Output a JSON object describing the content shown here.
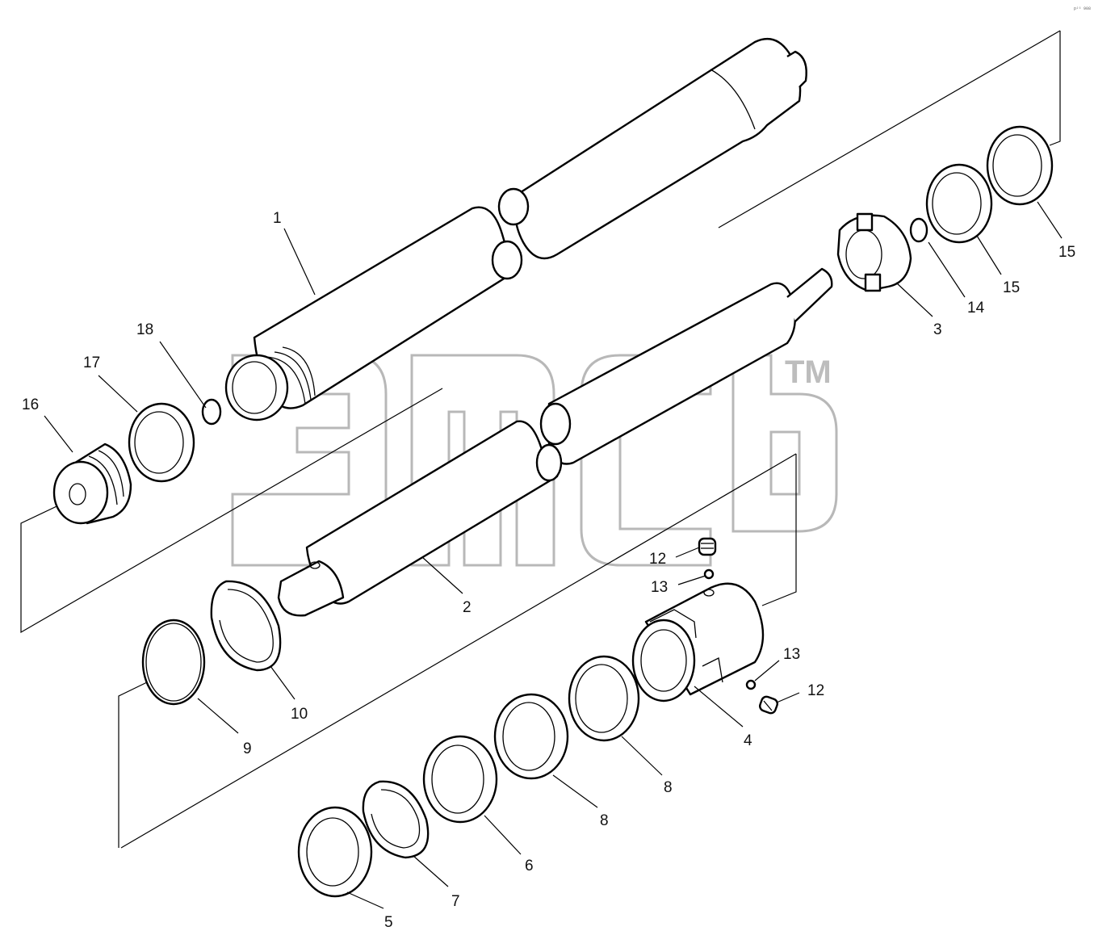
{
  "diagram": {
    "corner_code": "p²³ 908",
    "watermark_mark": "TM"
  },
  "callouts": [
    {
      "id": "c1",
      "text": "1"
    },
    {
      "id": "c2",
      "text": "2"
    },
    {
      "id": "c3",
      "text": "3"
    },
    {
      "id": "c4",
      "text": "4"
    },
    {
      "id": "c5",
      "text": "5"
    },
    {
      "id": "c6",
      "text": "6"
    },
    {
      "id": "c7",
      "text": "7"
    },
    {
      "id": "c8a",
      "text": "8"
    },
    {
      "id": "c8b",
      "text": "8"
    },
    {
      "id": "c9",
      "text": "9"
    },
    {
      "id": "c10",
      "text": "10"
    },
    {
      "id": "c12a",
      "text": "12"
    },
    {
      "id": "c12b",
      "text": "12"
    },
    {
      "id": "c13a",
      "text": "13"
    },
    {
      "id": "c13b",
      "text": "13"
    },
    {
      "id": "c14",
      "text": "14"
    },
    {
      "id": "c15a",
      "text": "15"
    },
    {
      "id": "c15b",
      "text": "15"
    },
    {
      "id": "c16",
      "text": "16"
    },
    {
      "id": "c17",
      "text": "17"
    },
    {
      "id": "c18",
      "text": "18"
    }
  ]
}
